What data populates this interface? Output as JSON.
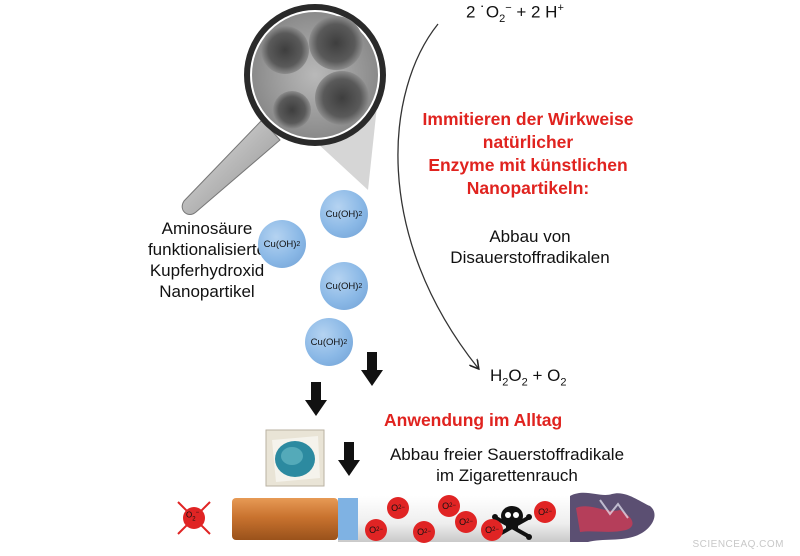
{
  "top_formula": {
    "pre": "2 ˙O",
    "sub": "2",
    "sup": "−",
    "post": " + 2 H",
    "sup2": "+"
  },
  "left_label": [
    "Aminosäure",
    "funktionalisierte",
    "Kupferhydroxid",
    "Nanopartikel"
  ],
  "particle_label": {
    "main": "Cu(OH)",
    "sub": "2"
  },
  "red_heading": [
    "Immitieren der Wirkweise",
    "natürlicher",
    "Enzyme mit künstlichen",
    "Nanopartikeln:"
  ],
  "abbau_label": [
    "Abbau von",
    "Disauerstoffradikalen"
  ],
  "product_formula": {
    "a": "H",
    "a_sub": "2",
    "b": "O",
    "b_sub": "2",
    "plus": " + O",
    "c_sub": "2"
  },
  "alltag_heading": "Anwendung im Alltag",
  "smoke_label": [
    "Abbau freier Sauerstoffradikale",
    "im Zigarettenrauch"
  ],
  "radical_label": {
    "main": "O",
    "sub": "2",
    "sup": "−"
  },
  "watermark": "SCIENCEAQ.COM",
  "colors": {
    "accent_red": "#e0231f",
    "particle_blue": "#8ab8e6",
    "radical_red": "#e02424",
    "filter_orange": "#c9732f"
  }
}
